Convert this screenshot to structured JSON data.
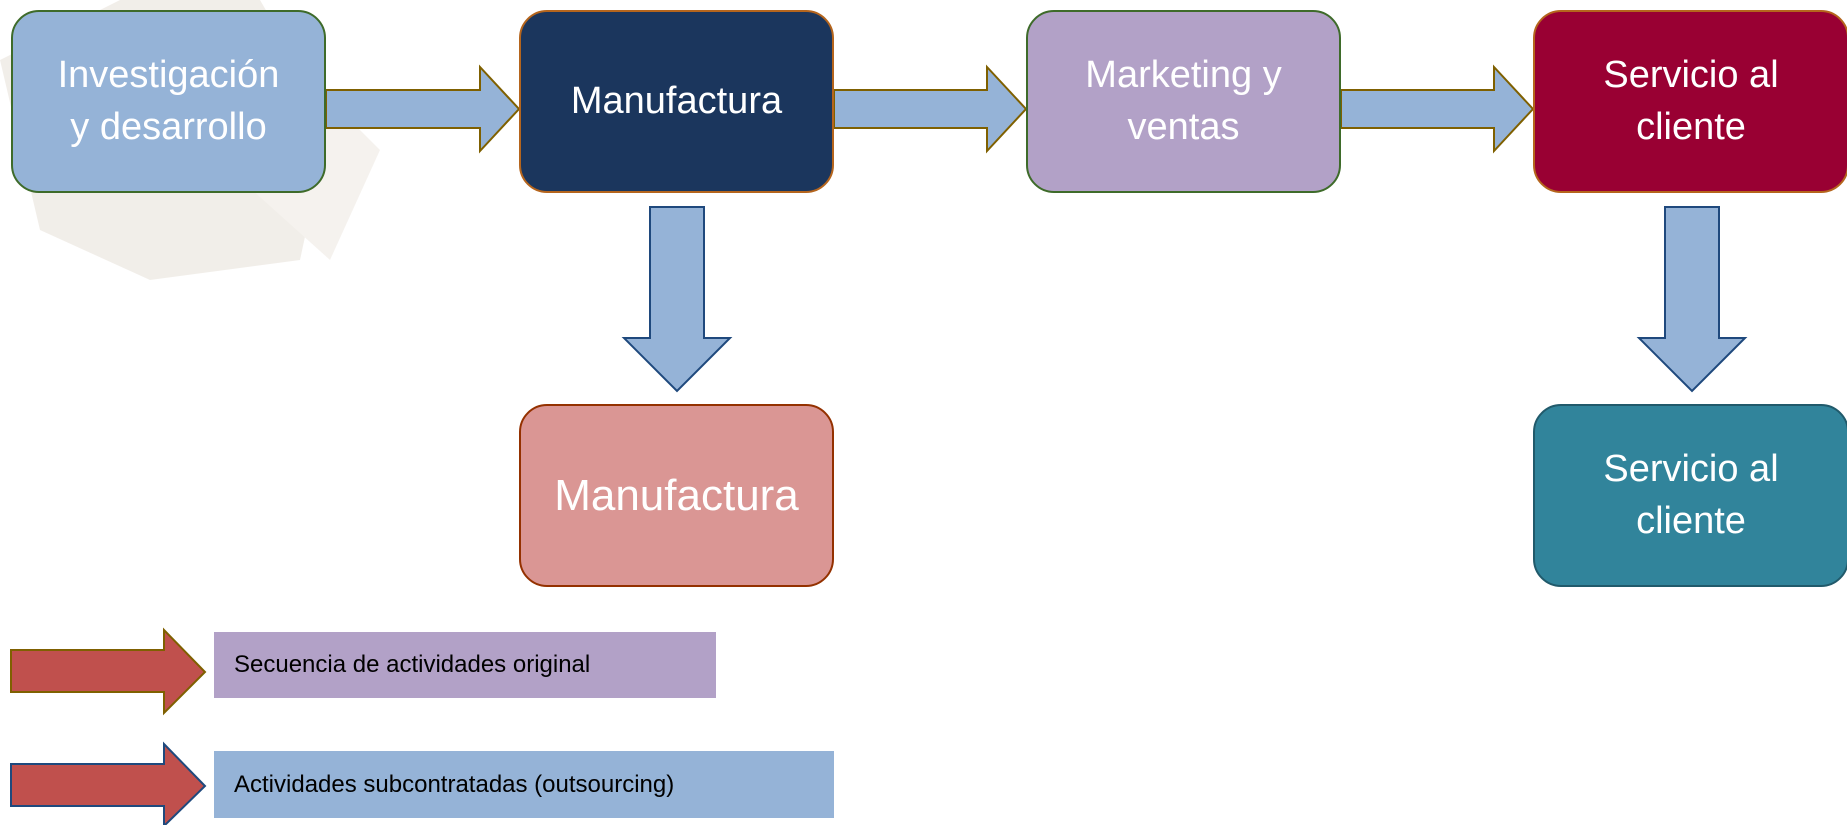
{
  "diagram": {
    "nodes": {
      "research": "Investigación\ny desarrollo",
      "manufacturing": "Manufactura",
      "marketing": "Marketing y\nventas",
      "service": "Servicio al\ncliente",
      "manufacturing_outsourced": "Manufactura",
      "service_outsourced": "Servicio al\ncliente"
    },
    "colors": {
      "research": "#95b3d7",
      "manufacturing": "#1b365d",
      "marketing": "#b2a1c7",
      "service": "#990033",
      "manufacturing_outsourced": "#da9694",
      "service_outsourced": "#31849b",
      "flow_arrow": "#95b3d7",
      "legend_arrow": "#c0504d"
    }
  },
  "legend": {
    "original_sequence": "Secuencia de actividades original",
    "outsourced_activities": "Actividades subcontratadas (outsourcing)"
  }
}
